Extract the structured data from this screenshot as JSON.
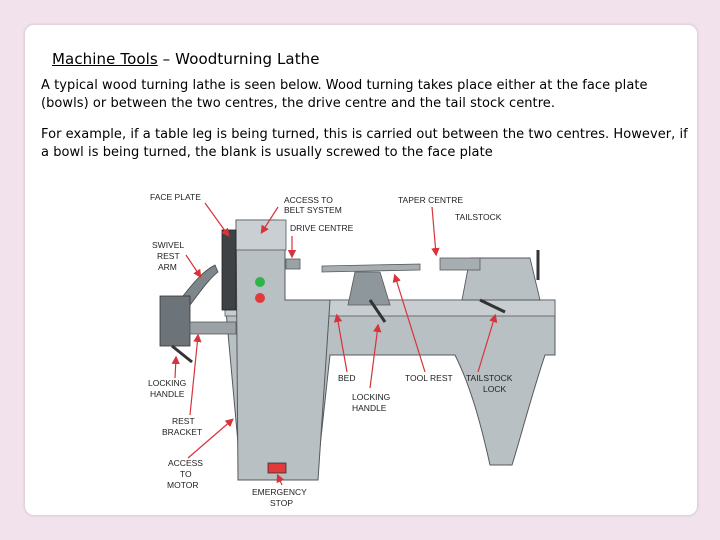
{
  "title": {
    "underlined": "Machine Tools",
    "rest": " – Woodturning Lathe"
  },
  "paragraphs": [
    "A typical wood turning lathe is seen below. Wood turning takes place either at the face plate (bowls) or between the two centres, the drive centre and the tail stock centre.",
    "For example, if a table leg is being turned, this is carried out between the two centres. However, if a bowl is being turned, the blank is usually screwed to the face plate"
  ],
  "diagram": {
    "labels": {
      "face_plate": "FACE PLATE",
      "access_belt_1": "ACCESS TO",
      "access_belt_2": "BELT SYSTEM",
      "taper_centre": "TAPER CENTRE",
      "tailstock": "TAILSTOCK",
      "drive_centre": "DRIVE CENTRE",
      "swivel_1": "SWIVEL",
      "swivel_2": "REST",
      "swivel_3": "ARM",
      "locking_handle_left_1": "LOCKING",
      "locking_handle_left_2": "HANDLE",
      "rest_bracket_1": "REST",
      "rest_bracket_2": "BRACKET",
      "access_motor_1": "ACCESS",
      "access_motor_2": "TO",
      "access_motor_3": "MOTOR",
      "bed": "BED",
      "tool_rest": "TOOL REST",
      "tailstock_lock_1": "TAILSTOCK",
      "tailstock_lock_2": "LOCK",
      "locking_handle_mid_1": "LOCKING",
      "locking_handle_mid_2": "HANDLE",
      "emergency_1": "EMERGENCY",
      "emergency_2": "STOP"
    },
    "colors": {
      "body": "#b9c0c4",
      "body_dark": "#8e979c",
      "outline": "#55595c",
      "arrow": "#d8323a",
      "green_button": "#2fb34a",
      "red_button": "#e03a3a"
    }
  }
}
